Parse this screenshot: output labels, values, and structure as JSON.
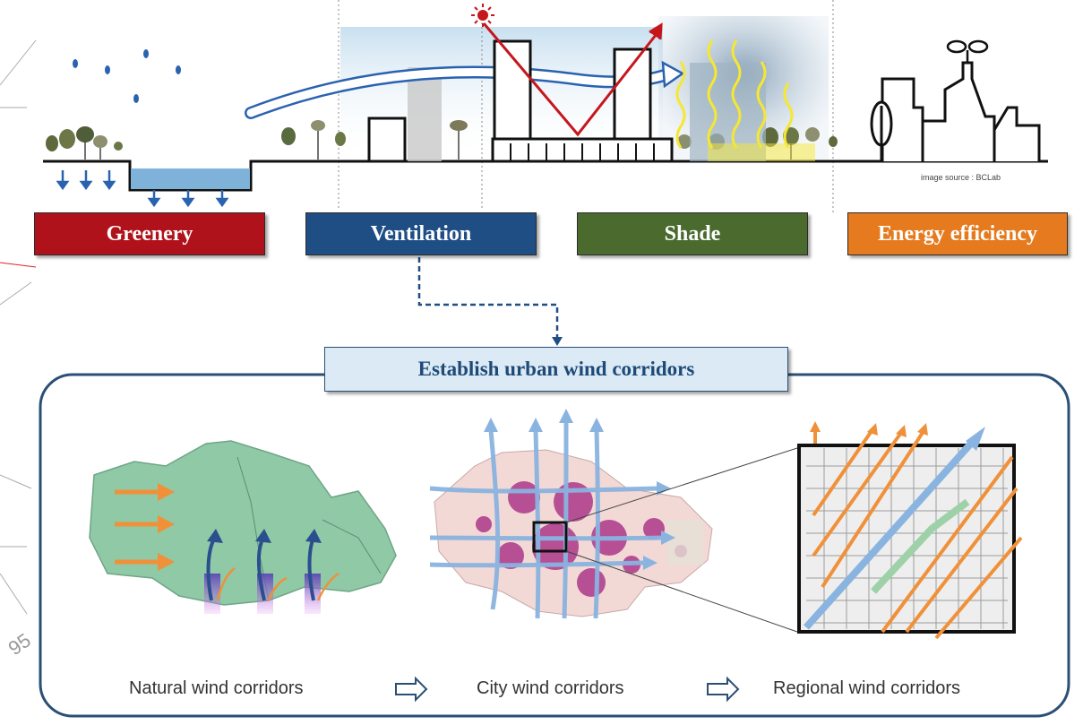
{
  "image_source_note": "image source : BCLab",
  "categories": [
    {
      "label": "Greenery",
      "color": "#b0121b"
    },
    {
      "label": "Ventilation",
      "color": "#1f4e85"
    },
    {
      "label": "Shade",
      "color": "#4b6b2e"
    },
    {
      "label": "Energy efficiency",
      "color": "#e57b1e"
    }
  ],
  "focus_title": "Establish urban wind corridors",
  "stages": [
    {
      "label": "Natural wind corridors"
    },
    {
      "label": "City wind corridors"
    },
    {
      "label": "Regional wind corridors"
    }
  ],
  "colors": {
    "water": "#2a62b0",
    "wind_blue": "#8ab4e0",
    "wind_orange": "#f0913a",
    "heat_yellow": "#f5e733",
    "sun_red": "#c6161d",
    "frame_navy": "#2b4f75",
    "map_green": "#8fc9a5"
  },
  "icons": [
    "sun-icon",
    "moon-icon",
    "raindrop-icon",
    "tree-icon",
    "sprout-icon",
    "leaf-icon",
    "hollow-arrow-icon"
  ]
}
